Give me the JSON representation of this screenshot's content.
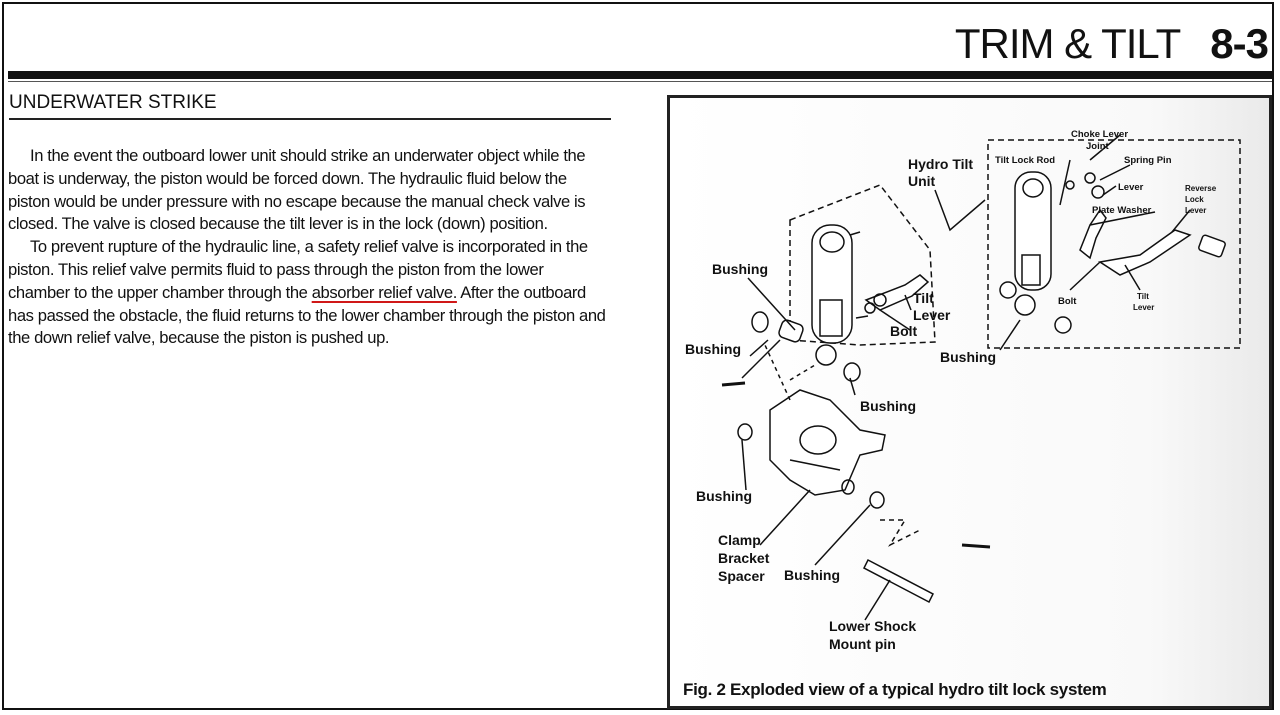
{
  "header": {
    "section_name": "TRIM & TILT",
    "page_number": "8-3"
  },
  "section": {
    "heading": "UNDERWATER STRIKE",
    "paragraph1": "In the event the outboard lower unit should strike an underwater object while the boat is underway, the piston would be forced down. The hydraulic fluid below the piston would be under pressure with no escape because the manual check valve is closed. The valve is closed because the tilt lever is in the lock (down) position.",
    "paragraph2_part1": "To prevent rupture of the hydraulic line, a safety relief valve is incorporated in the piston. This relief valve permits fluid to pass through the piston from the lower chamber to the upper chamber through the ",
    "paragraph2_highlight": "absorber relief valve.",
    "paragraph2_part2": " After the outboard has passed the obstacle, the fluid returns to the lower chamber through the piston and the down relief valve, because the piston is pushed up."
  },
  "figure": {
    "caption": "Fig. 2 Exploded view of a typical hydro tilt lock system",
    "labels": {
      "hydro_tilt_1": "Hydro Tilt",
      "hydro_tilt_2": "Unit",
      "choke_lever": "Choke Lever",
      "joint": "Joint",
      "tilt_lock_rod": "Tilt Lock Rod",
      "spring_pin": "Spring Pin",
      "lever": "Lever",
      "plate_washer": "Plate Washer",
      "reverse": "Reverse",
      "lock": "Lock",
      "lever2": "Lever",
      "bolt_small": "Bolt",
      "tilt_lever_small_1": "Tilt",
      "tilt_lever_small_2": "Lever",
      "bushing_top_left": "Bushing",
      "tilt_1": "Tilt",
      "tilt_2": "Lever",
      "bolt": "Bolt",
      "bushing_left": "Bushing",
      "bushing_right": "Bushing",
      "bushing_mid": "Bushing",
      "bushing_lower_left": "Bushing",
      "clamp": "Clamp",
      "bracket": "Bracket",
      "spacer": "Spacer",
      "bushing_bottom": "Bushing",
      "lower_shock": "Lower Shock",
      "mount_pin": "Mount pin"
    }
  },
  "colors": {
    "ink": "#111111",
    "highlight_underline": "#d01818"
  }
}
